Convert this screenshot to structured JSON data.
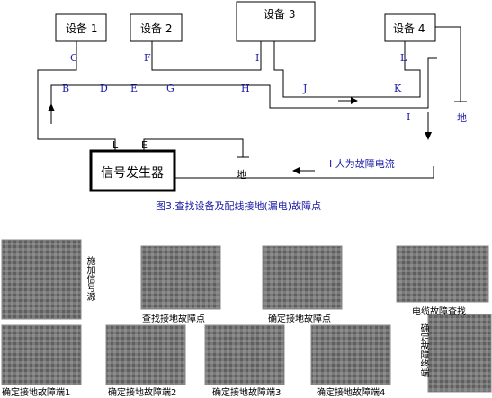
{
  "diagram": {
    "devices": [
      "设备 1",
      "设备 2",
      "设备 3",
      "设备 4"
    ],
    "generator": {
      "title": "信号发生器",
      "terminal_l": "L",
      "terminal_e": "E"
    },
    "letters": [
      "C",
      "F",
      "I",
      "L",
      "B",
      "D",
      "E",
      "G",
      "H",
      "J",
      "K"
    ],
    "ground_labels": [
      "地",
      "地"
    ],
    "current_label": "I",
    "fault_current_label": "I 人为故障电流",
    "caption": "图3.查找设备及配线接地(漏电)故障点"
  },
  "photos": [
    {
      "caption": "施加信号源"
    },
    {
      "caption": "查找接地故障点"
    },
    {
      "caption": "确定接地故障点"
    },
    {
      "caption": "电缆故障查找"
    },
    {
      "caption": "确定接地故障端1"
    },
    {
      "caption": "确定接地故障端2"
    },
    {
      "caption": "确定接地故障端3"
    },
    {
      "caption": "确定接地故障端4"
    },
    {
      "caption": "确定故障终端"
    }
  ],
  "colors": {
    "line": "#000000",
    "label": "#1a1aa6",
    "photo_bg": "#6e6e6e"
  }
}
